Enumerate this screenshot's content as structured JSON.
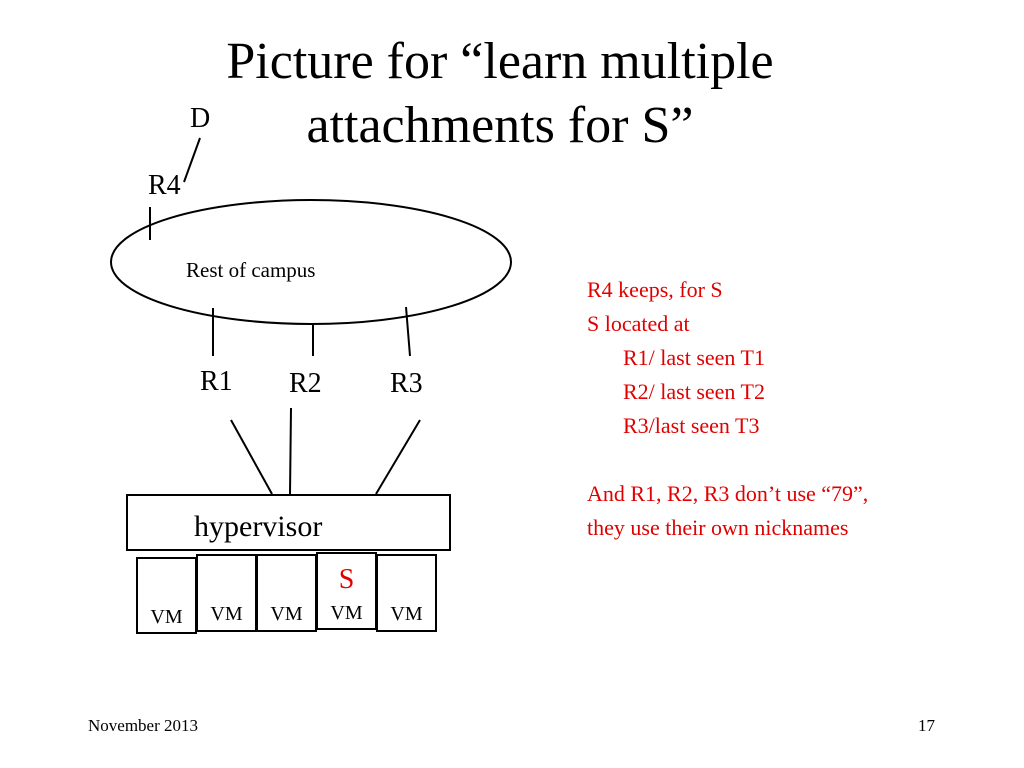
{
  "slide": {
    "title_line1": "Picture for “learn multiple",
    "title_line2": "attachments for S”"
  },
  "diagram": {
    "d_label": "D",
    "r4_label": "R4",
    "campus_label": "Rest of campus",
    "r1_label": "R1",
    "r2_label": "R2",
    "r3_label": "R3",
    "hypervisor_label": "hypervisor",
    "s_label": "S",
    "vms": [
      "VM",
      "VM",
      "VM",
      "VM",
      "VM"
    ]
  },
  "notes": {
    "line1": "R4 keeps, for S",
    "line2": "S located at",
    "line3": "R1/ last seen T1",
    "line4": "R2/ last seen T2",
    "line5": "R3/last seen T3",
    "line6": "And R1, R2, R3 don’t use “79”,",
    "line7": "they use their own nicknames"
  },
  "footer": {
    "date": "November 2013",
    "page": "17"
  },
  "colors": {
    "accent_red": "#e00000"
  }
}
